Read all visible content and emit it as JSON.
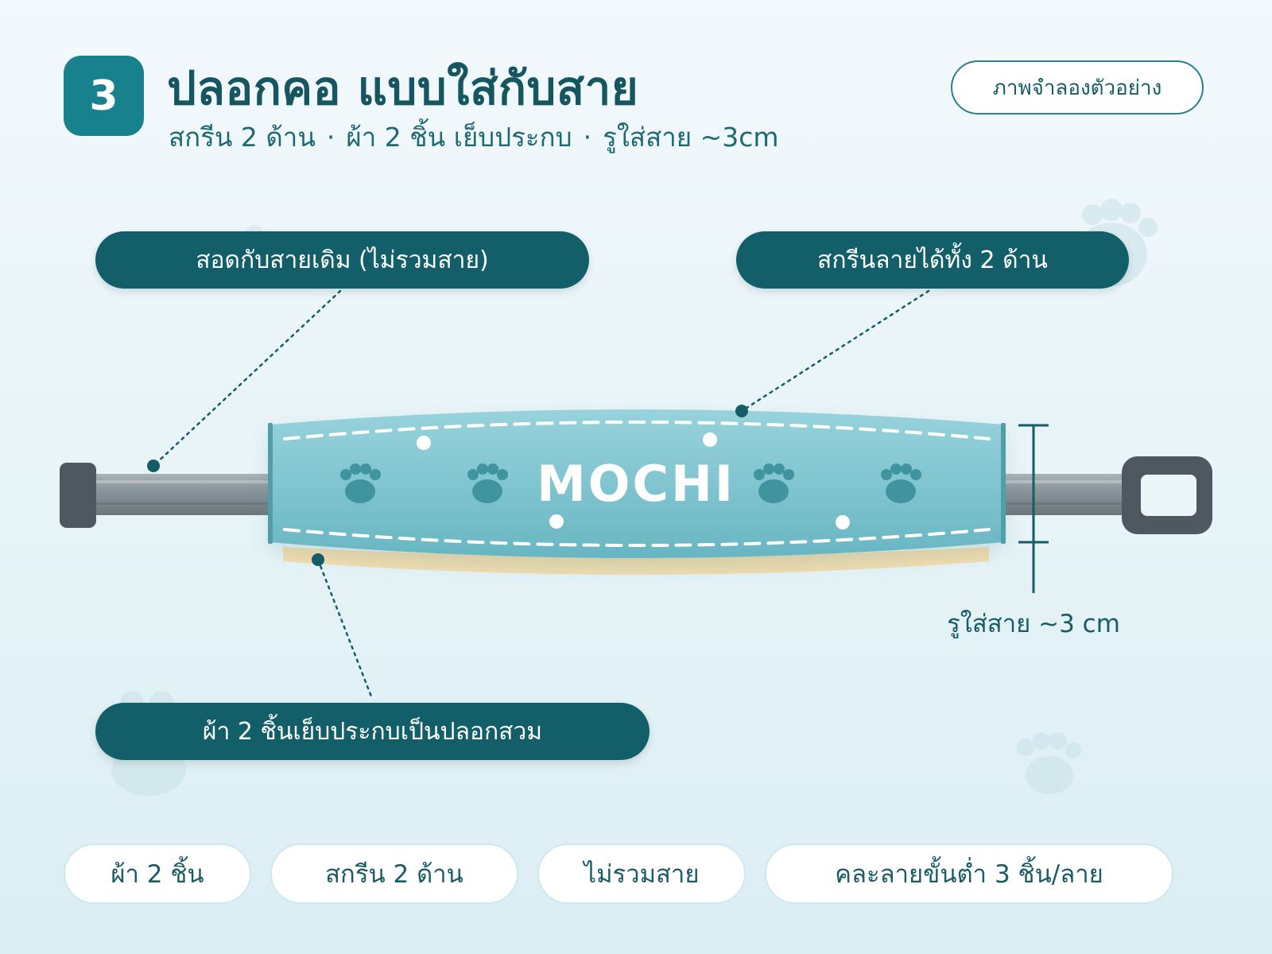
{
  "header": {
    "step_number": "3",
    "title": "ปลอกคอ แบบใส่กับสาย",
    "subtitle_parts": [
      "สกรีน 2 ด้าน",
      "ผ้า 2 ชิ้น เย็บประกบ",
      "รูใส่สาย ~3cm"
    ],
    "separator": "·",
    "sample_label": "ภาพจำลองตัวอย่าง"
  },
  "callouts": [
    "สอดกับสายเดิม (ไม่รวมสาย)",
    "สกรีนลายได้ทั้ง 2 ด้าน",
    "ผ้า 2 ชิ้นเย็บประกบเป็นปลอกสวม"
  ],
  "illustration": {
    "sleeve_text": "MOCHI",
    "dimension_label": "รูใส่สาย ~3 cm",
    "colors": {
      "sleeve": "#7cc6d1",
      "sleeve_edge": "#4f9ea9",
      "back_fabric": "#f0dcae",
      "strap": "#8d979e",
      "hardware": "#4f5860",
      "accent": "#125e69"
    }
  },
  "chips": [
    "ผ้า 2 ชิ้น",
    "สกรีน 2 ด้าน",
    "ไม่รวมสาย",
    "คละลายขั้นต่ำ 3 ชิ้น/ลาย"
  ]
}
